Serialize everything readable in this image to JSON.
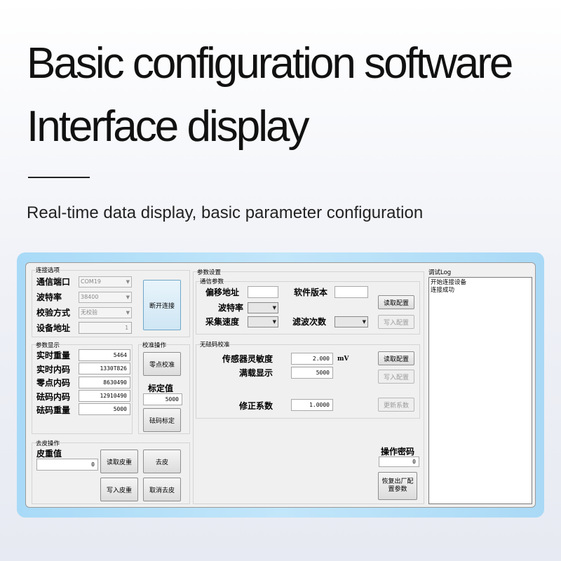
{
  "hero": {
    "title_line1": "Basic configuration software",
    "title_line2": "Interface display",
    "subtitle": "Real-time data display, basic parameter configuration"
  },
  "connection": {
    "group_title": "连接选项",
    "port_label": "通信端口",
    "port_value": "COM19",
    "baud_label": "波特率",
    "baud_value": "38400",
    "parity_label": "校验方式",
    "parity_value": "无校验",
    "address_label": "设备地址",
    "address_value": "1",
    "disconnect_button": "断开连接"
  },
  "params_display": {
    "group_title": "参数显示",
    "rows": [
      {
        "label": "实时重量",
        "value": "5464"
      },
      {
        "label": "实时内码",
        "value": "1330T826"
      },
      {
        "label": "零点内码",
        "value": "8630490"
      },
      {
        "label": "砝码内码",
        "value": "12910490"
      },
      {
        "label": "砝码重量",
        "value": "5000"
      }
    ]
  },
  "calibration": {
    "group_title": "校准操作",
    "zero_button": "零点校准",
    "cal_value_label": "标定值",
    "cal_value": "5000",
    "weight_cal_button": "砝码标定"
  },
  "tare": {
    "group_title": "去皮操作",
    "tare_label": "皮重值",
    "tare_value": "0",
    "read_tare_button": "读取皮重",
    "tare_button": "去皮",
    "write_tare_button": "写入皮重",
    "cancel_tare_button": "取消去皮"
  },
  "param_settings": {
    "group_title": "参数设置",
    "comm": {
      "group_title": "通信参数",
      "offset_label": "偏移地址",
      "offset_value": "",
      "version_label": "软件版本",
      "version_value": "",
      "baud_label": "波特率",
      "speed_label": "采集速度",
      "filter_label": "滤波次数",
      "read_button": "读取配置",
      "write_button": "写入配置"
    },
    "weightless": {
      "group_title": "无砝码校准",
      "sensitivity_label": "传感器灵敏度",
      "sensitivity_value": "2.000",
      "sensitivity_unit": "mV",
      "full_label": "满载显示",
      "full_value": "5000",
      "read_button": "读取配置",
      "write_button": "写入配置",
      "coef_label": "修正系数",
      "coef_value": "1.0000",
      "update_button": "更新系数"
    },
    "password_label": "操作密码",
    "password_value": "0",
    "restore_button": "恢复出厂配置参数"
  },
  "log": {
    "title": "调试Log",
    "lines": [
      "开始连接设备",
      "连接成功"
    ]
  }
}
